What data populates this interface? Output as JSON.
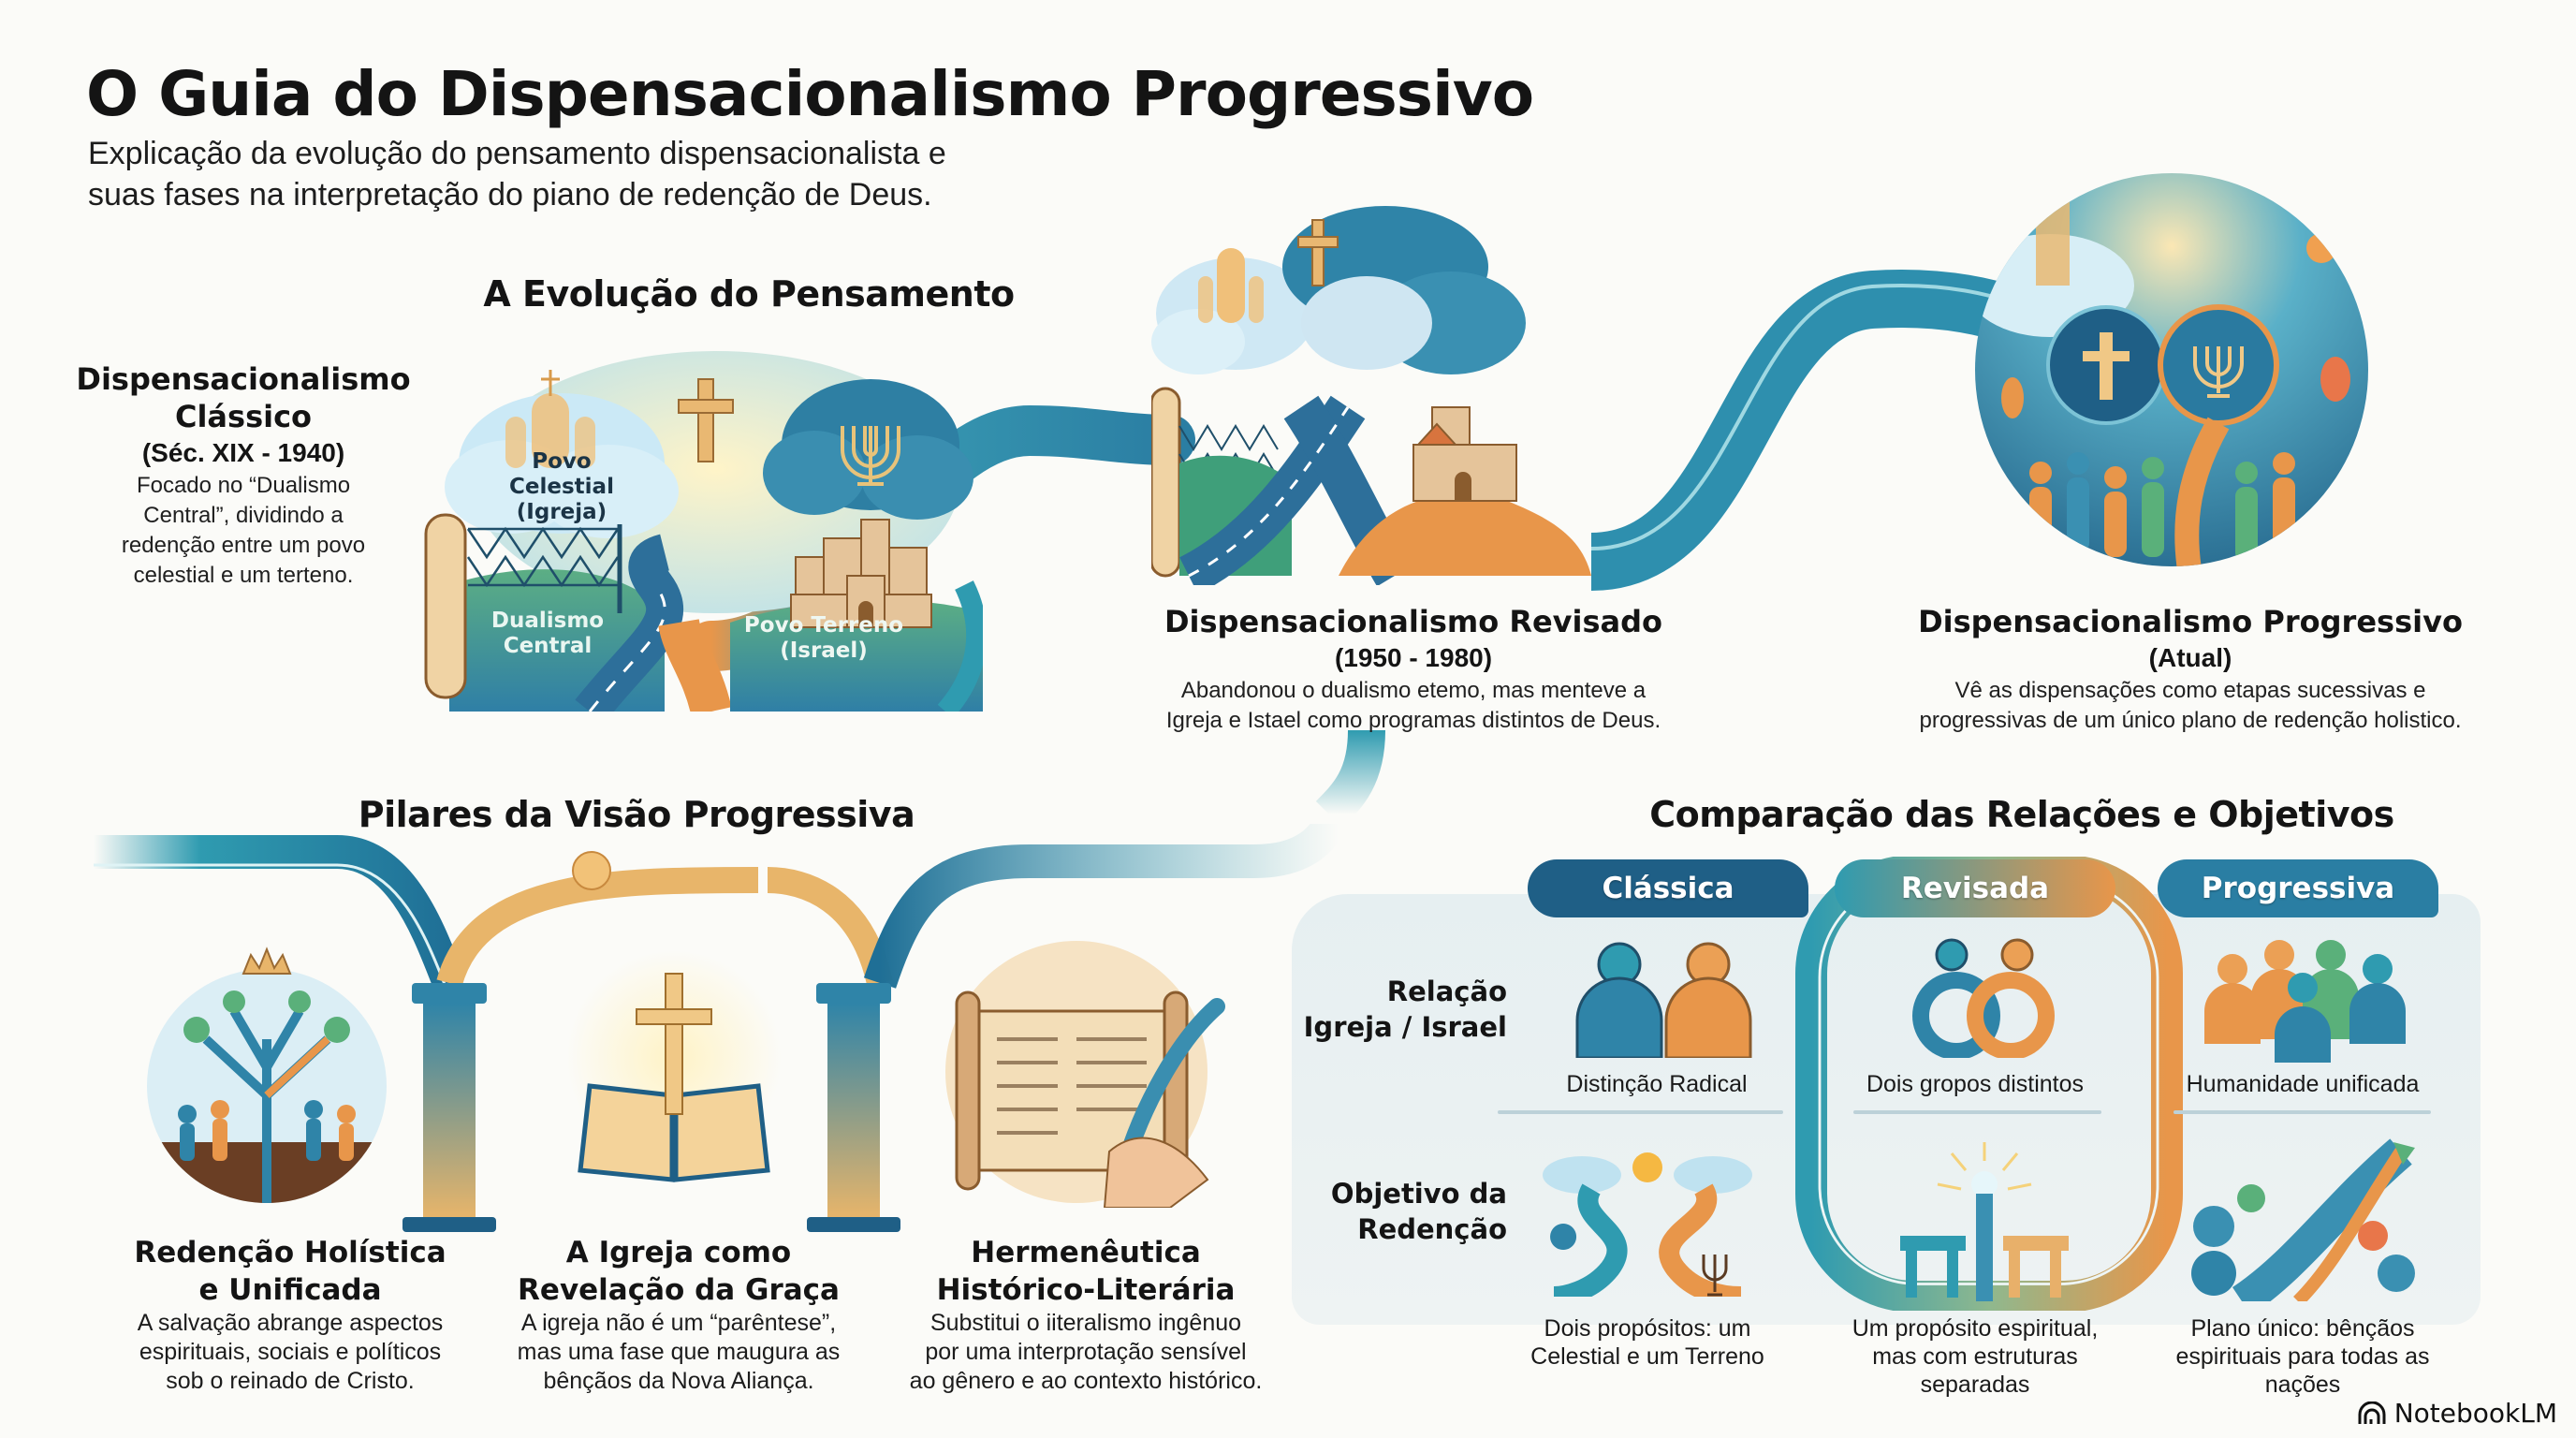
{
  "header": {
    "title": "O Guia do Dispensacionalismo Progressivo",
    "subtitle_line1": "Explicação da evolução do pensamento dispensacionalista e",
    "subtitle_line2": "suas fases na interpretação do piano de redenção de Deus."
  },
  "evolution": {
    "heading": "A Evolução do Pensamento",
    "stages": [
      {
        "title_line1": "Dispensacionalismo",
        "title_line2": "Clássico",
        "period": "(Séc. XIX - 1940)",
        "desc_lines": [
          "Focado no “Dualismo",
          "Central”, dividindo a",
          "redenção entre um povo",
          "celestial e um terteno."
        ],
        "illustration_labels": {
          "cloud": "Povo Celestial (Igreja)",
          "cloud_line1": "Povo Celestial",
          "cloud_line2": "(Igreja)",
          "land_left_line1": "Dualismo",
          "land_left_line2": "Central",
          "land_right_line1": "Povo Terreno",
          "land_right_line2": "(Israel)"
        },
        "icons": [
          "church-icon",
          "cross-icon",
          "menorah-icon",
          "scroll-icon",
          "fence-icon",
          "road-icon",
          "city-icon"
        ]
      },
      {
        "title_line1": "Dispensacionalismo Revisado",
        "period": "(1950 - 1980)",
        "desc_lines": [
          "Abandonou o dualismo etemo, mas menteve a",
          "Igreja e Istael como programas distintos de Deus."
        ],
        "icons": [
          "church-icon",
          "cross-icon",
          "cloud-icon",
          "scroll-icon",
          "fence-icon",
          "crossing-roads-icon",
          "castle-icon"
        ]
      },
      {
        "title_line1": "Dispensacionalismo Progressivo",
        "period": "(Atual)",
        "desc_lines": [
          "Vê as dispensações como etapas sucessivas e",
          "progressivas de um único plano de redenção holistico."
        ],
        "icons": [
          "church-icon",
          "cross-icon",
          "menorah-icon",
          "people-icon",
          "flowers-icon"
        ]
      }
    ]
  },
  "pillars": {
    "heading": "Pilares da Visão Progressiva",
    "items": [
      {
        "title_line1": "Redenção Holística",
        "title_line2": "e Unificada",
        "desc_lines": [
          "A salvação abrange aspectos",
          "espirituais, sociais e políticos",
          "sob o reinado de Cristo."
        ],
        "icon": "tree-crown-icon"
      },
      {
        "title_line1": "A Igreja como",
        "title_line2": "Revelação da Graça",
        "desc_lines": [
          "A igreja não é um “parêntese”,",
          "mas uma fase que maugura as",
          "bênçãos da Nova Aliança."
        ],
        "icon": "open-bible-cross-icon"
      },
      {
        "title_line1": "Hermenêutica",
        "title_line2": "Histórico-Literária",
        "desc_lines": [
          "Substitui o iiteralismo ingênuo",
          "por uma interprotação sensível",
          "ao gênero e ao contexto histórico."
        ],
        "icon": "scroll-quill-icon"
      }
    ]
  },
  "comparison": {
    "heading": "Comparação das Relações e Objetivos",
    "columns": [
      "Clássica",
      "Revisada",
      "Progressiva"
    ],
    "rows": [
      {
        "label_line1": "Relação",
        "label_line2": "Igreja / Israel",
        "cells": [
          {
            "lines": [
              "Distinção Radical"
            ],
            "icon": "two-separate-people-icon"
          },
          {
            "lines": [
              "Dois gropos distintos"
            ],
            "icon": "linked-rings-people-icon"
          },
          {
            "lines": [
              "Humanidade unificada"
            ],
            "icon": "group-people-icon"
          }
        ]
      },
      {
        "label_line1": "Objetivo da",
        "label_line2": "Redenção",
        "cells": [
          {
            "lines": [
              "Dois propósitos: um",
              "Celestial e um Terreno"
            ],
            "icon": "two-roads-icon"
          },
          {
            "lines": [
              "Um propósito espiritual,",
              "mas com estruturas",
              "separadas"
            ],
            "icon": "two-pillars-one-road-icon"
          },
          {
            "lines": [
              "Plano único: bênçãos",
              "espirituais para todas as",
              "nações"
            ],
            "icon": "single-road-globes-icon"
          }
        ]
      }
    ]
  },
  "branding": {
    "label": "NotebookLM"
  },
  "colors": {
    "navy": "#1f5f86",
    "teal": "#2f9bb0",
    "orange": "#e8964a",
    "gold": "#e8b56a",
    "panel": "#e7f0f2",
    "text": "#141414",
    "background": "#fbfbf8"
  }
}
